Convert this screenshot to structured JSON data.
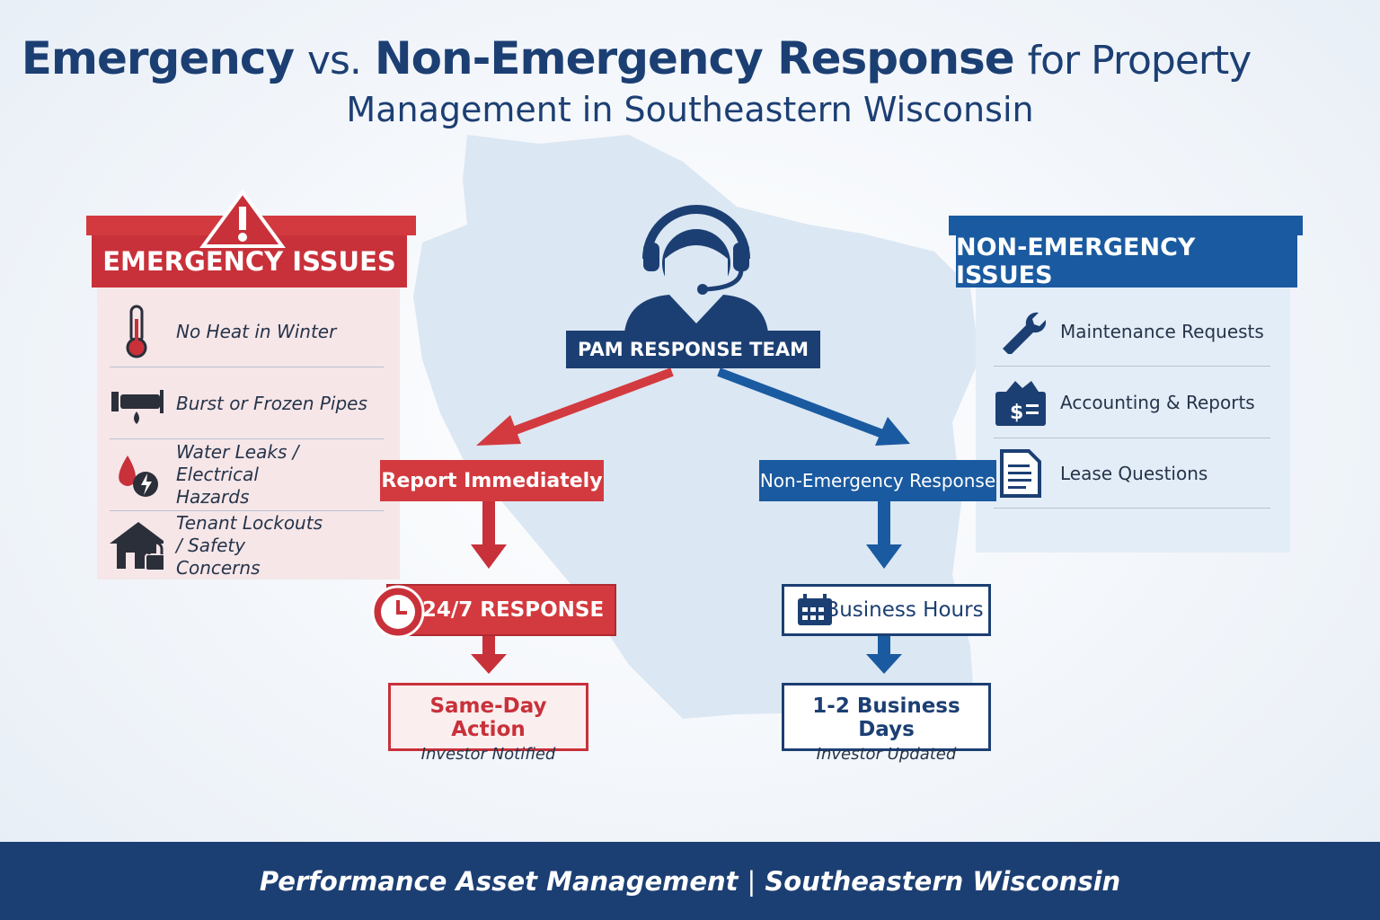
{
  "title": {
    "part1": "Emergency",
    "part2": "vs.",
    "part3": "Non-Emergency Response",
    "part4": "for Property",
    "line2": "Management in Southeastern Wisconsin"
  },
  "center": {
    "team_label": "PAM RESPONSE TEAM"
  },
  "emergency": {
    "header": "EMERGENCY ISSUES",
    "items": [
      {
        "icon": "thermometer-icon",
        "label": "No Heat in Winter"
      },
      {
        "icon": "pipe-icon",
        "label": "Burst or Frozen Pipes"
      },
      {
        "icon": "water-electric-icon",
        "label": "Water Leaks / Electrical Hazards"
      },
      {
        "icon": "house-lock-icon",
        "label": "Tenant Lockouts / Safety Concerns"
      }
    ],
    "step1": "Report Immediately",
    "step2": "24/7 RESPONSE",
    "step3_title": "Same-Day Action",
    "step3_sub": "Investor Notified"
  },
  "non_emergency": {
    "header": "NON-EMERGENCY ISSUES",
    "items": [
      {
        "icon": "wrench-icon",
        "label": "Maintenance Requests"
      },
      {
        "icon": "money-icon",
        "label": "Accounting & Reports"
      },
      {
        "icon": "document-icon",
        "label": "Lease Questions"
      }
    ],
    "step1": "Non-Emergency Response",
    "step2": "Business Hours",
    "step3_title": "1-2 Business Days",
    "step3_sub": "Investor Updated"
  },
  "footer": {
    "left": "Performance Asset Management",
    "separator": "|",
    "right": "Southeastern Wisconsin"
  },
  "colors": {
    "navy": "#1c3f73",
    "red": "#d33a3f",
    "blue": "#1a5aa0"
  }
}
